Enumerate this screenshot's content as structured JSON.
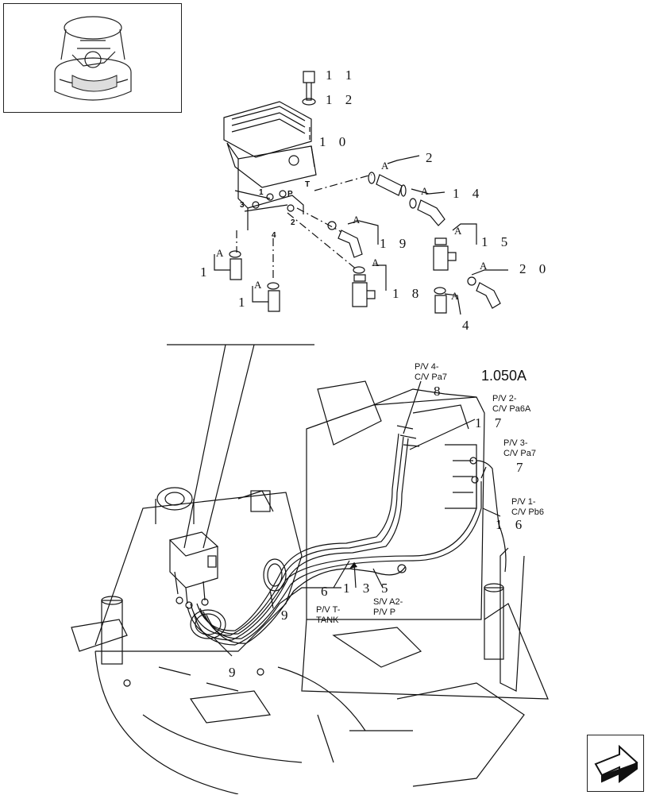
{
  "reference": "1.050A",
  "callouts": {
    "c11": "1 1",
    "c12": "1 2",
    "c10": "1 0",
    "c2": "2",
    "c14": "1 4",
    "c15": "1 5",
    "c19": "1 9",
    "c20": "2 0",
    "c18": "1 8",
    "c4": "4",
    "c1a": "1",
    "c1b": "1",
    "c8": "8",
    "c17": "1 7",
    "c7": "7",
    "c16": "1 6",
    "c6": "6",
    "c13": "1 3",
    "c5": "5",
    "c9a": "9",
    "c9b": "9"
  },
  "group_letter": "A",
  "port_labels": {
    "p1": "1",
    "p2": "2",
    "p3": "3",
    "p4": "4",
    "pP": "P",
    "pT": "T"
  },
  "hose_labels": {
    "pv4": [
      "P/V 4-",
      "C/V Pa7"
    ],
    "pv2": [
      "P/V 2-",
      "C/V Pa6A"
    ],
    "pv3": [
      "P/V 3-",
      "C/V Pa7"
    ],
    "pv1": [
      "P/V 1-",
      "C/V Pb6"
    ],
    "pvt": [
      "P/V T-",
      "TANK"
    ],
    "sva2": [
      "S/V A2-",
      "P/V P"
    ]
  },
  "icons": {
    "thumbnail": "machine-cab-thumbnail-icon",
    "nav": "next-page-arrow-icon"
  }
}
